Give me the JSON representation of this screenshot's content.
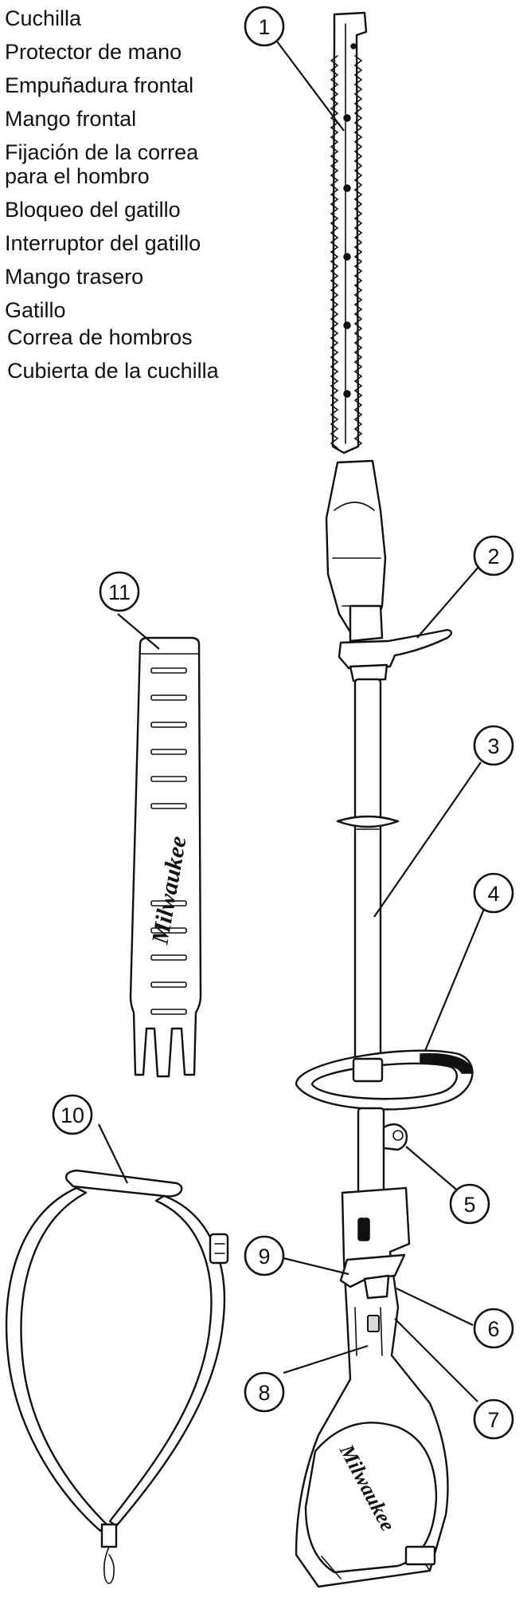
{
  "legend": {
    "items": [
      {
        "text": "Cuchilla"
      },
      {
        "text": "Protector de mano"
      },
      {
        "text": "Empuñadura frontal"
      },
      {
        "text": "Mango frontal"
      },
      {
        "text": "Fijación de la correa\npara el hombro"
      },
      {
        "text": "Bloqueo del gatillo"
      },
      {
        "text": "Interruptor del gatillo"
      },
      {
        "text": "Mango trasero"
      },
      {
        "text": "Gatillo"
      },
      {
        "text": ". Correa de hombros"
      },
      {
        "text": ". Cubierta de la cuchilla"
      }
    ]
  },
  "callouts": [
    "1",
    "2",
    "3",
    "4",
    "5",
    "6",
    "7",
    "8",
    "9",
    "10",
    "11"
  ],
  "brand": {
    "logo_text": "Milwaukee",
    "colors": {
      "ink": "#111111",
      "paper": "#ffffff",
      "shade": "#d9d9d9"
    }
  }
}
